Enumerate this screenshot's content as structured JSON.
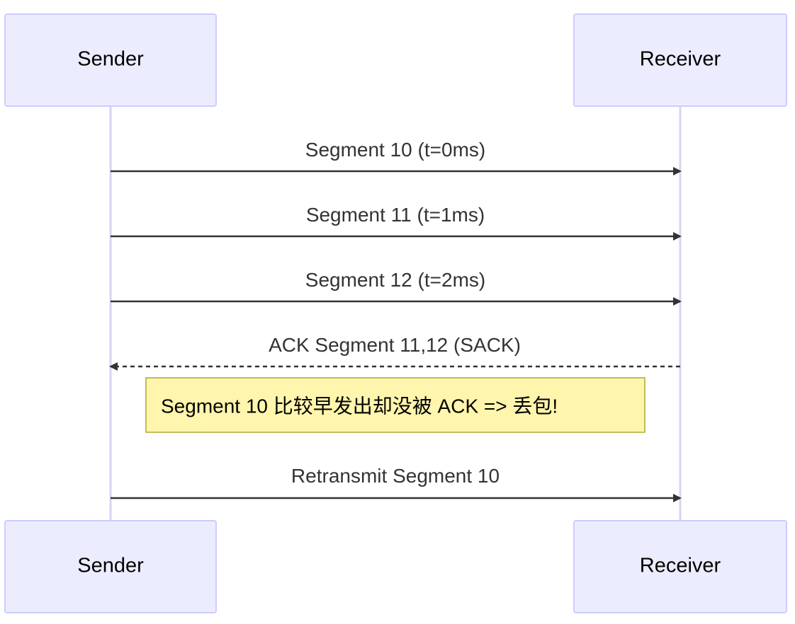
{
  "participants": {
    "sender": "Sender",
    "receiver": "Receiver"
  },
  "messages": [
    {
      "label": "Segment 10 (t=0ms)",
      "direction": "right",
      "style": "solid"
    },
    {
      "label": "Segment 11 (t=1ms)",
      "direction": "right",
      "style": "solid"
    },
    {
      "label": "Segment 12 (t=2ms)",
      "direction": "right",
      "style": "solid"
    },
    {
      "label": "ACK Segment 11,12 (SACK)",
      "direction": "left",
      "style": "dotted"
    },
    {
      "label": "Retransmit Segment 10",
      "direction": "right",
      "style": "solid"
    }
  ],
  "note": {
    "text": "Segment 10 比较早发出却没被 ACK => 丢包!"
  },
  "colors": {
    "actor_fill": "#ECECFF",
    "actor_border": "#CCCCFF",
    "lifeline": "#D9D3F3",
    "message": "#333333",
    "note_fill": "#FFF5AD",
    "note_border": "#AAAA33"
  }
}
